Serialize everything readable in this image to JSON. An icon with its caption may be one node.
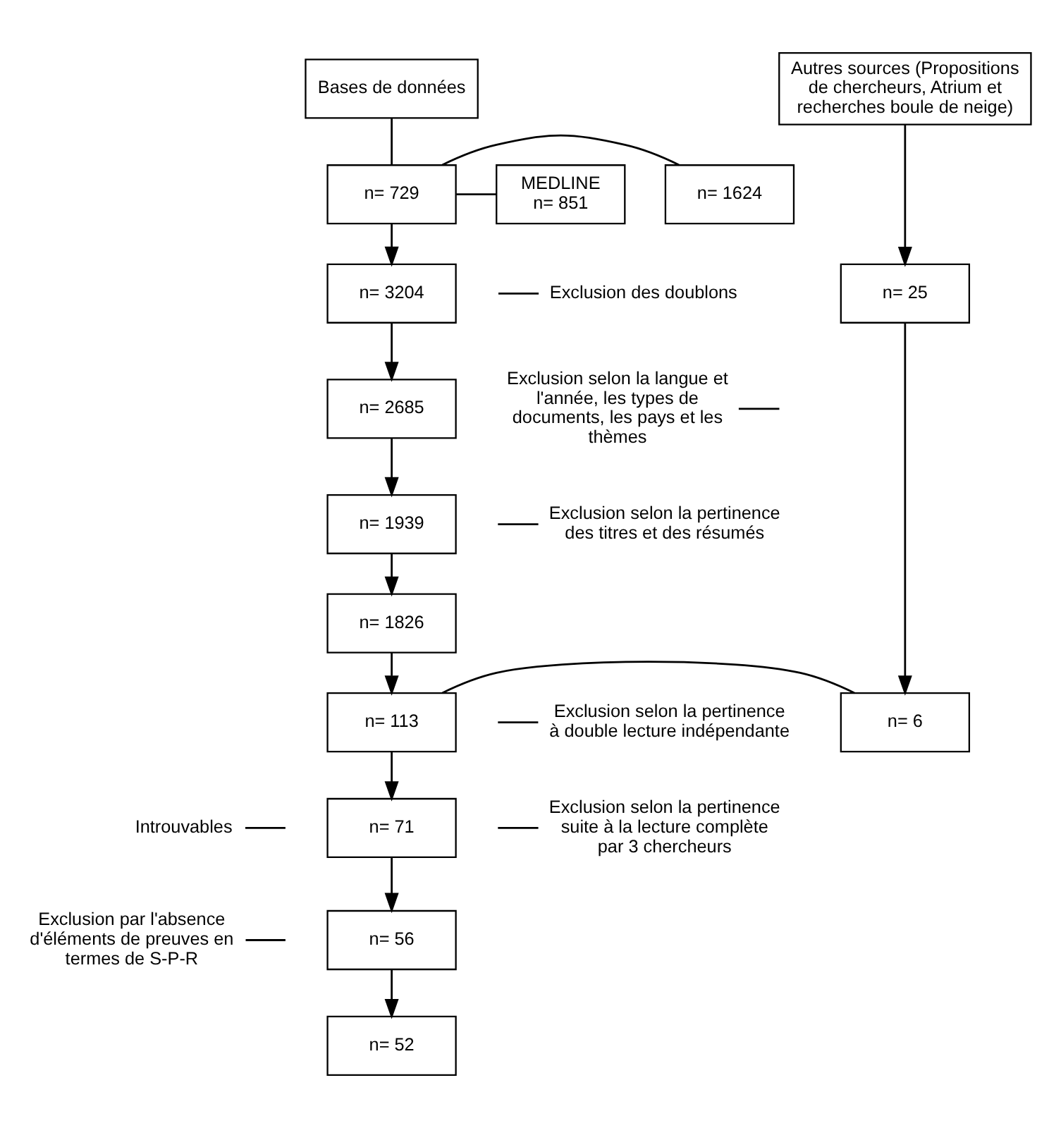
{
  "diagram": {
    "nodes": [
      {
        "text": [
          "Bases de données"
        ]
      },
      {
        "text": [
          "MEDLINE",
          "n= 851"
        ]
      },
      {
        "text": [
          "n= 729"
        ]
      },
      {
        "text": [
          "n= 1624"
        ]
      },
      {
        "text": [
          "Autres sources (Propositions de chercheurs, Atrium et recherches boule de neige)"
        ]
      },
      {
        "text": [
          "n= 3204"
        ]
      },
      {
        "text": [
          "n= 25"
        ]
      },
      {
        "text": [
          "n= 2685"
        ]
      },
      {
        "text": [
          "n= 1939"
        ]
      },
      {
        "text": [
          "n= 1826"
        ]
      },
      {
        "text": [
          "n= 113"
        ]
      },
      {
        "text": [
          "n= 6"
        ]
      },
      {
        "text": [
          "n= 71"
        ]
      },
      {
        "text": [
          "n= 56"
        ]
      },
      {
        "text": [
          "n= 52"
        ]
      },
      {
        "text": [
          "Exclusion des doublons"
        ]
      },
      {
        "text": [
          "Exclusion selon la langue et l'année, les types de documents, les pays et les thèmes"
        ]
      },
      {
        "text": [
          "Exclusion selon la pertinence des titres et des résumés"
        ]
      },
      {
        "text": [
          "Exclusion selon la pertinence à double lecture indépendante"
        ]
      },
      {
        "text": [
          "Introuvables"
        ]
      },
      {
        "text": [
          "Exclusion selon la pertinence suite à la lecture complète par 3 chercheurs"
        ]
      },
      {
        "text": [
          "Exclusion par l'absence d'éléments de preuves en termes de S-P-R"
        ]
      }
    ],
    "edges": [
      {
        "from": 0,
        "to": 2,
        "arrow": "none"
      },
      {
        "from": 1,
        "to": 2,
        "arrow": "none"
      },
      {
        "from": 2,
        "to": 3,
        "arrow": "none"
      },
      {
        "from": 2,
        "to": 5,
        "arrow": "to"
      },
      {
        "from": 4,
        "to": 6,
        "arrow": "to"
      },
      {
        "from": 5,
        "to": 7,
        "arrow": "to"
      },
      {
        "from": 15,
        "to": null,
        "arrow": "none"
      },
      {
        "from": 7,
        "to": 8,
        "arrow": "to"
      },
      {
        "from": 16,
        "to": null,
        "arrow": "none"
      },
      {
        "from": 8,
        "to": 9,
        "arrow": "to"
      },
      {
        "from": 17,
        "to": null,
        "arrow": "none"
      },
      {
        "from": 9,
        "to": 10,
        "arrow": "to"
      },
      {
        "from": 6,
        "to": 11,
        "arrow": "to"
      },
      {
        "from": 11,
        "to": 10,
        "arrow": "none"
      },
      {
        "from": 10,
        "to": 12,
        "arrow": "to"
      },
      {
        "from": 18,
        "to": null,
        "arrow": "none"
      },
      {
        "from": 12,
        "to": 13,
        "arrow": "to"
      },
      {
        "from": 19,
        "to": null,
        "arrow": "none"
      },
      {
        "from": 20,
        "to": null,
        "arrow": "none"
      },
      {
        "from": 13,
        "to": 14,
        "arrow": "to"
      },
      {
        "from": 21,
        "to": null,
        "arrow": "none"
      }
    ]
  }
}
